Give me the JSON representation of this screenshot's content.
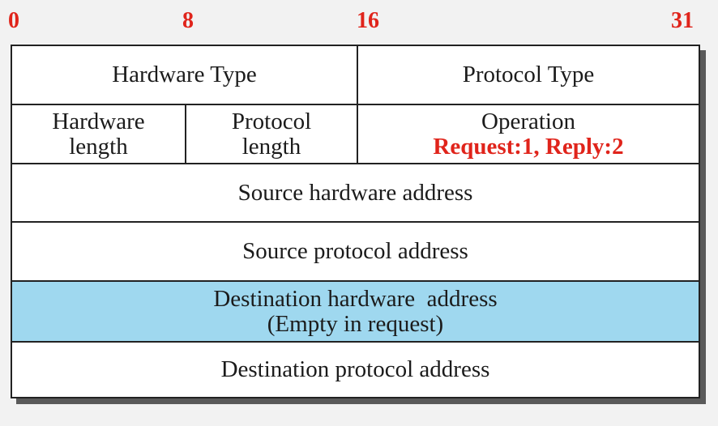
{
  "bit_positions": [
    "0",
    "8",
    "16",
    "31"
  ],
  "rows": {
    "r1": {
      "hardware_type": "Hardware Type",
      "protocol_type": "Protocol Type"
    },
    "r2": {
      "hardware_length": [
        "Hardware",
        "length"
      ],
      "protocol_length": [
        "Protocol",
        "length"
      ],
      "operation": "Operation",
      "operation_values": "Request:1, Reply:2"
    },
    "r3": {
      "label": "Source hardware address"
    },
    "r4": {
      "label": "Source protocol address"
    },
    "r5": {
      "label": "Destination hardware  address",
      "note": "(Empty in request)"
    },
    "r6": {
      "label": "Destination protocol address"
    }
  },
  "colors": {
    "bit_label": "#e0241b",
    "operation_values": "#e0241b",
    "highlight_row": "#9fd8ef",
    "border": "#222222"
  }
}
